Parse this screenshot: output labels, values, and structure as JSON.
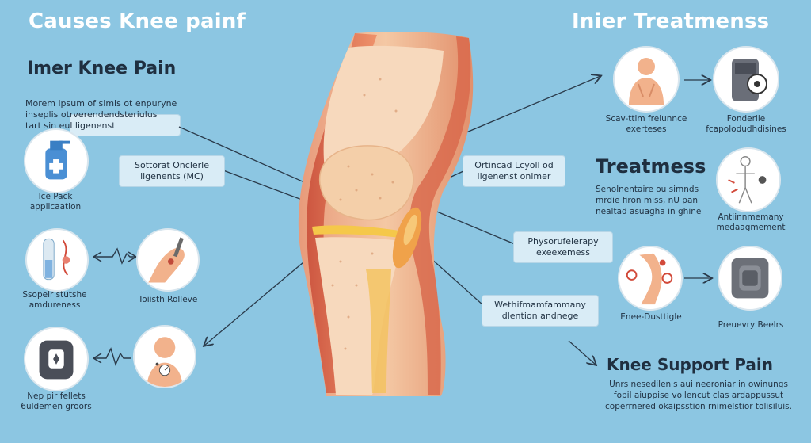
{
  "header": {
    "left_title": "Causes Knee painf",
    "right_title": "Inier Treatmenss"
  },
  "left": {
    "subtitle": "Imer Knee Pain",
    "intro_lines": [
      "Morem ipsum of simis ot enpuryne",
      "inseplis otrverendendsteriulus",
      "tart      sin eul ligenenst"
    ],
    "items": [
      {
        "label_lines": [
          "Ice Pack",
          "applicaation"
        ],
        "icon": "ice-pack-icon"
      },
      {
        "label_lines": [
          "Ssopelr stutshe",
          "amdureness"
        ],
        "icon": "test-tube-icon"
      },
      {
        "label_lines": [
          "Toiisth Rolleve"
        ],
        "icon": "injection-knee-icon"
      },
      {
        "label_lines": [
          "Nep pir fellets",
          "6uldemen groors"
        ],
        "icon": "knee-brace-icon"
      }
    ]
  },
  "center": {
    "labels": [
      {
        "lines": [
          "Sottorat Onclerle",
          "ligenents (MC)"
        ]
      },
      {
        "lines": [
          "Ortincad Lcyoll od",
          "ligenenst onimer"
        ]
      },
      {
        "lines": [
          "Physorufelerapy",
          "exeexemess"
        ]
      },
      {
        "lines": [
          "Wethifmamfammany",
          "dlention andnege"
        ]
      }
    ]
  },
  "right": {
    "top_items": [
      {
        "label_lines": [
          "Scav-ttim frelunnce",
          "exerteses"
        ],
        "icon": "person-exercise-icon"
      },
      {
        "label_lines": [
          "Fonderlle",
          "fcapolodudhdisines"
        ],
        "icon": "brace-device-icon"
      }
    ],
    "treatment_title": "Treatmess",
    "treatment_lines": [
      "Senolnentaire ou simnds",
      "mrdie firon miss, nU pan",
      "nealtad asuagha in ghine"
    ],
    "mid_items": [
      {
        "label_lines": [
          "Antiinnmemany",
          "medaagmement"
        ],
        "icon": "body-outline-icon"
      },
      {
        "label_lines": [
          "Enee-Dusttigle"
        ],
        "icon": "knee-diagnostic-icon"
      },
      {
        "label_lines": [
          "Preuevry Beelrs"
        ],
        "icon": "knee-support-icon"
      }
    ],
    "support_title": "Knee Support Pain",
    "support_lines": [
      "Unrs nesedilen's aui neeroniar in owinungs",
      "fopil aiuppise vollencut clas ardappussut",
      "coperrnered okaipsstion rnimelstior tolisiluis."
    ]
  },
  "colors": {
    "background": "#8cc6e2",
    "bone": "#f3d3b3",
    "muscle": "#e07850",
    "cartilage": "#f5c84a"
  }
}
